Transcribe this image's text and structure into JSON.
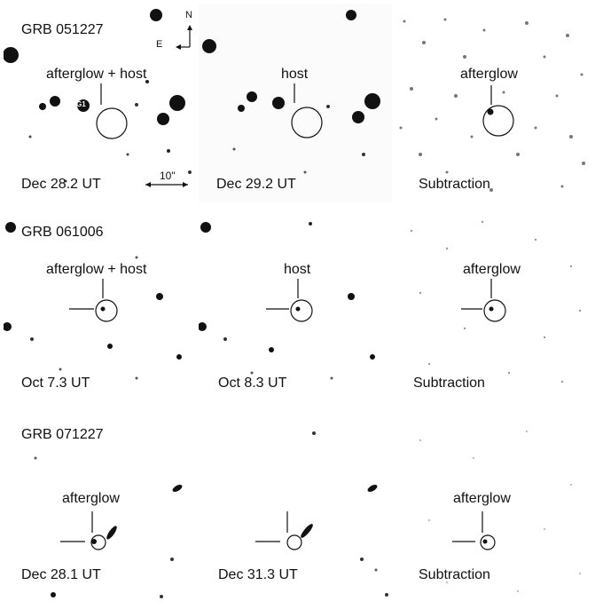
{
  "rows": [
    {
      "grb": "GRB 051227",
      "panels": [
        {
          "label": "afterglow + host",
          "date": "Dec 28.2 UT"
        },
        {
          "label": "host",
          "date": "Dec 29.2 UT"
        },
        {
          "label": "afterglow",
          "date": "Subtraction"
        }
      ],
      "galaxy_tag": "G1",
      "compass": {
        "north": "N",
        "east": "E"
      },
      "scale_bar": "10\""
    },
    {
      "grb": "GRB 061006",
      "panels": [
        {
          "label": "afterglow + host",
          "date": "Oct 7.3 UT"
        },
        {
          "label": "host",
          "date": "Oct 8.3 UT"
        },
        {
          "label": "afterglow",
          "date": "Subtraction"
        }
      ]
    },
    {
      "grb": "GRB 071227",
      "panels": [
        {
          "label": "afterglow",
          "date": "Dec 28.1 UT"
        },
        {
          "label": "",
          "date": "Dec 31.3 UT"
        },
        {
          "label": "afterglow",
          "date": "Subtraction"
        }
      ]
    }
  ]
}
